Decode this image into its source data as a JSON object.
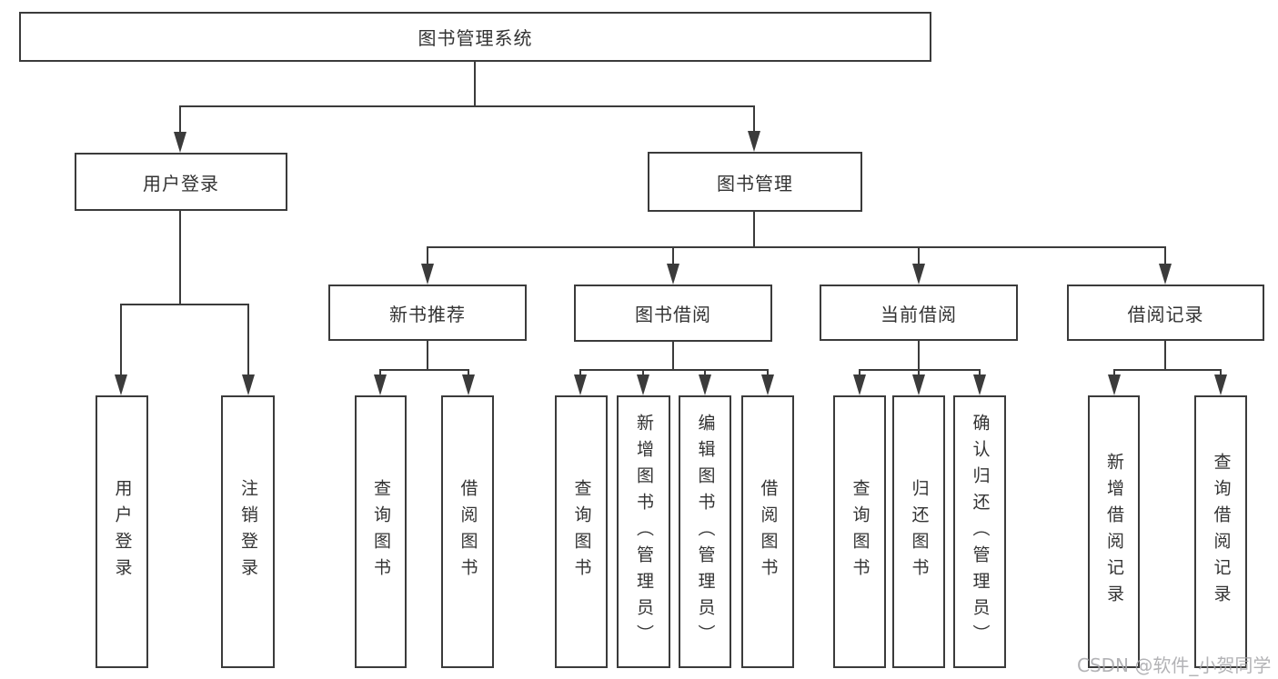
{
  "diagram": {
    "title": "图书管理系统",
    "children": [
      {
        "label": "用户登录",
        "children": [
          {
            "label": "用户登录"
          },
          {
            "label": "注销登录"
          }
        ]
      },
      {
        "label": "图书管理",
        "children": [
          {
            "label": "新书推荐",
            "children": [
              {
                "label": "查询图书"
              },
              {
                "label": "借阅图书"
              }
            ]
          },
          {
            "label": "图书借阅",
            "children": [
              {
                "label": "查询图书"
              },
              {
                "label": "新增图书（管理员）"
              },
              {
                "label": "编辑图书（管理员）"
              },
              {
                "label": "借阅图书"
              }
            ]
          },
          {
            "label": "当前借阅",
            "children": [
              {
                "label": "查询图书"
              },
              {
                "label": "归还图书"
              },
              {
                "label": "确认归还（管理员）"
              }
            ]
          },
          {
            "label": "借阅记录",
            "children": [
              {
                "label": "新增借阅记录"
              },
              {
                "label": "查询借阅记录"
              }
            ]
          }
        ]
      }
    ]
  },
  "watermark": "CSDN @软件_小贺同学",
  "colors": {
    "line": "#3b3b3b",
    "text": "#333333",
    "watermark": "#a6a6aa",
    "background": "#ffffff"
  }
}
